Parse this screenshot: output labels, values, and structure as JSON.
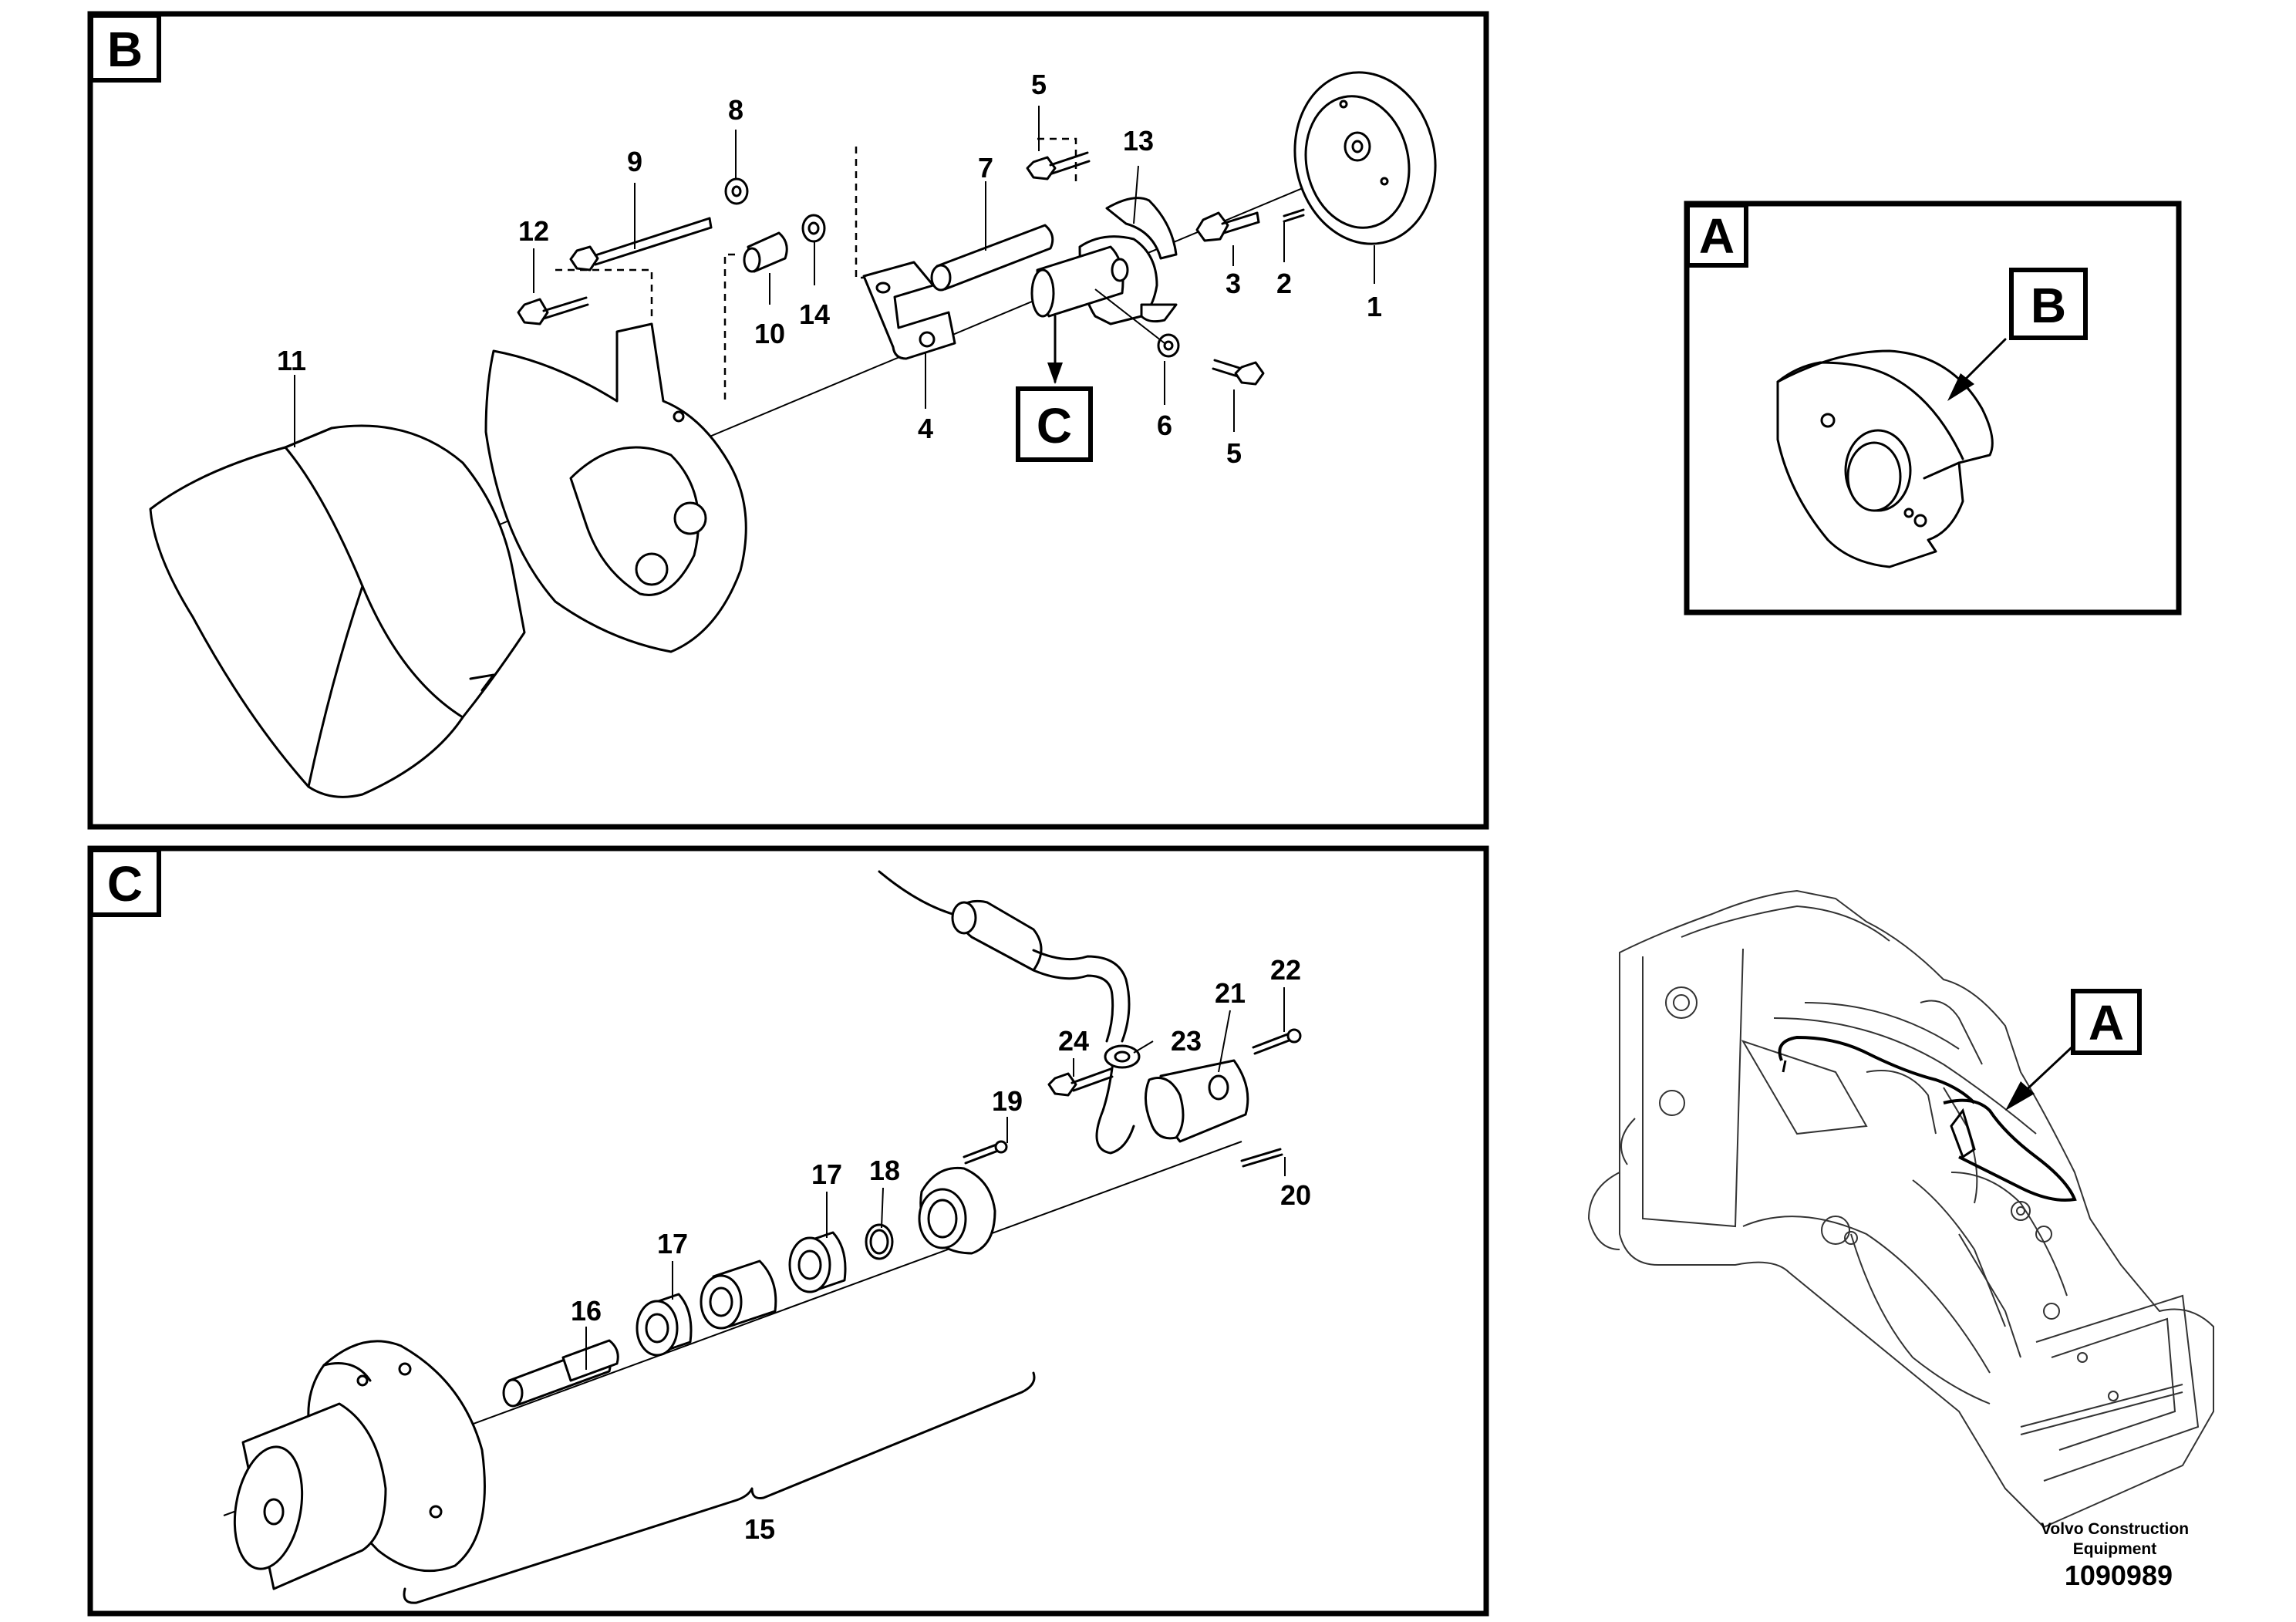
{
  "panels": {
    "B": {
      "tag": "B",
      "callouts": {
        "p1": "1",
        "p2": "2",
        "p3": "3",
        "p4": "4",
        "p5a": "5",
        "p5b": "5",
        "p6": "6",
        "p7": "7",
        "p8": "8",
        "p9": "9",
        "p10": "10",
        "p11": "11",
        "p12": "12",
        "p13": "13",
        "p14": "14"
      },
      "detail_ref": "C"
    },
    "C": {
      "tag": "C",
      "callouts": {
        "p15": "15",
        "p16": "16",
        "p17a": "17",
        "p17b": "17",
        "p18": "18",
        "p19": "19",
        "p20": "20",
        "p21": "21",
        "p22": "22",
        "p23": "23",
        "p24": "24"
      }
    },
    "A": {
      "tag": "A",
      "detail_ref": "B"
    },
    "overview": {
      "detail_ref": "A"
    }
  },
  "footer": {
    "company_line1": "Volvo Construction",
    "company_line2": "Equipment",
    "drawing_number": "1090989"
  }
}
